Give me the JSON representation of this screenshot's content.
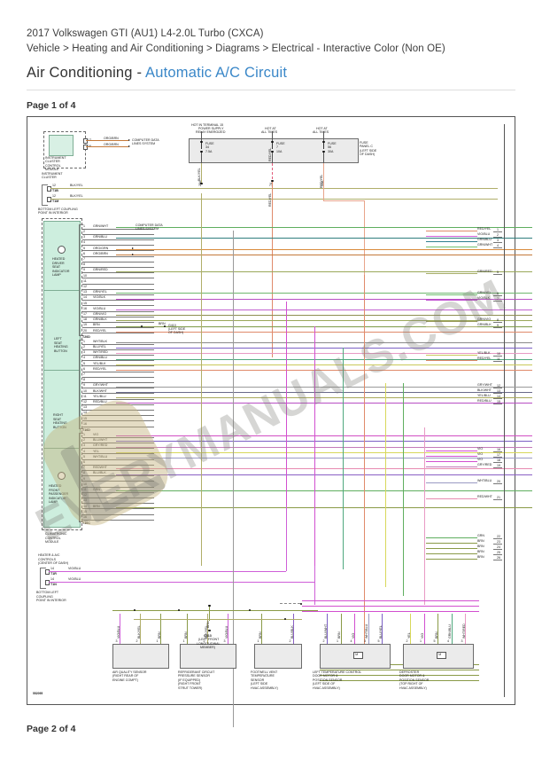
{
  "header": {
    "vehicle": "2017 Volkswagen GTI (AU1) L4-2.0L Turbo (CXCA)",
    "breadcrumb": "Vehicle > Heating and Air Conditioning > Diagrams > Electrical - Interactive Color (Non OE)",
    "title_main": "Air Conditioning - ",
    "title_accent": "Automatic A/C Circuit",
    "page_top": "Page 1 of 4",
    "page_bottom": "Page 2 of 4"
  },
  "watermark": "EVERYMANUALS.COM",
  "diagram": {
    "doc_id": "552095",
    "power": {
      "src1_l1": "HOT IN TERMINAL 15",
      "src1_l2": "POWER SUPPLY",
      "src1_l3": "RELAY ENERGIZED",
      "src2_l1": "HOT AT",
      "src2_l2": "ALL TIMES",
      "src3_l1": "HOT AT",
      "src3_l2": "ALL TIMES",
      "panel_l1": "FUSE",
      "panel_l2": "PANEL C",
      "panel_l3": "(LEFT SIDE",
      "panel_l4": "OF DASH)",
      "fuses": [
        {
          "name": "FUSE",
          "num": "34",
          "amp": "7.5A",
          "wire": "BLK/YEL",
          "gauge": "28A"
        },
        {
          "name": "FUSE",
          "num": "7",
          "amp": "10A",
          "wire": "RED/YEL",
          "gauge": "7A"
        },
        {
          "name": "FUSE",
          "num": "56",
          "amp": "30A",
          "wire": "RED/YEL",
          "gauge": "14A"
        }
      ]
    },
    "components": [
      {
        "id": "icm",
        "lines": [
          "INSTRUMENT",
          "CLUSTER",
          "CONTROL",
          "MODULE"
        ],
        "caption": [
          "INSTRUMENT",
          "CLUSTER"
        ]
      },
      {
        "id": "coupling_top",
        "caption": [
          "BOTTOM LEFT COUPLING",
          "POINT IN INTERIOR"
        ],
        "pins": [
          {
            "num": "12",
            "wire": "BLK/YEL",
            "tag": "T1B"
          },
          {
            "num": "12",
            "wire": "BLK/YEL",
            "tag": "T1M"
          }
        ]
      },
      {
        "id": "heated_driver_lamp",
        "lines": [
          "HEATED",
          "DRIVER",
          "SEAT",
          "INDICATOR",
          "LAMP"
        ]
      },
      {
        "id": "left_seat_btn",
        "lines": [
          "LEFT",
          "SEAT",
          "HEATING",
          "BUTTON"
        ]
      },
      {
        "id": "right_seat_btn",
        "lines": [
          "RIGHT",
          "SEAT",
          "HEATING",
          "BUTTON"
        ]
      },
      {
        "id": "heated_pass_lamp",
        "lines": [
          "HEATED",
          "FRONT",
          "PASSENGER",
          "INDICATOR",
          "LAMP"
        ]
      },
      {
        "id": "climatronic",
        "lines": [
          "CLIMATRONIC",
          "CONTROL",
          "MODULE"
        ],
        "caption": [
          "HEATER & A/C",
          "CONTROLS",
          "(CENTER OF DASH)"
        ]
      },
      {
        "id": "coupling_bot",
        "caption": [
          "BOTTOM LEFT",
          "COUPLING",
          "POINT IN INTERIOR"
        ],
        "pins": [
          {
            "num": "14",
            "wire": "VIO/BLU",
            "tag": "T1R"
          },
          {
            "num": "14",
            "wire": "VIO/BLU",
            "tag": "T1N"
          }
        ]
      }
    ],
    "icm_pins": [
      {
        "num": "17",
        "wire": "ORG/BRN"
      },
      {
        "num": "16",
        "wire": "ORG/BRN"
      }
    ],
    "data_bus_label": [
      "COMPUTER DATA",
      "LINES SYSTEM"
    ],
    "data_bus_label2": [
      "COMPUTER DATA",
      "LINES SYSTEM"
    ],
    "ground_label": [
      "G410",
      "(LEFT SIDE",
      "OF DASH)"
    ],
    "ground_wire": "BRN",
    "connector_t20d": "T20D",
    "connector_t16d": "T16D",
    "connector_t16c": "T16C",
    "left_pins_a": [
      {
        "num": "1",
        "wire": "GRN/WHT",
        "color": "#5fae5f"
      },
      {
        "num": "2",
        "wire": "",
        "color": ""
      },
      {
        "num": "3",
        "wire": "GRN/BLU",
        "color": "#2f7e7e"
      },
      {
        "num": "4",
        "wire": "",
        "color": ""
      },
      {
        "num": "5",
        "wire": "ORG/GRN",
        "color": "#d98a3a"
      },
      {
        "num": "6",
        "wire": "ORG/BRN",
        "color": "#c4793a"
      },
      {
        "num": "7",
        "wire": "",
        "color": ""
      },
      {
        "num": "8",
        "wire": "",
        "color": ""
      },
      {
        "num": "9",
        "wire": "GRN/RED",
        "color": "#9aa85a"
      },
      {
        "num": "10",
        "wire": "",
        "color": ""
      },
      {
        "num": "11",
        "wire": "",
        "color": ""
      },
      {
        "num": "12",
        "wire": "",
        "color": ""
      },
      {
        "num": "13",
        "wire": "GRN/YEL",
        "color": "#6fb86f"
      },
      {
        "num": "14",
        "wire": "VIO/BLK",
        "color": "#b84fc4"
      },
      {
        "num": "15",
        "wire": "",
        "color": ""
      },
      {
        "num": "16",
        "wire": "VIO/BLU",
        "color": "#c060cf"
      },
      {
        "num": "17",
        "wire": "GRN/VIO",
        "color": "#8e8e52"
      },
      {
        "num": "18",
        "wire": "GRN/BLK",
        "color": "#9aa85a"
      },
      {
        "num": "19",
        "wire": "BRN",
        "color": "#7d9a47"
      },
      {
        "num": "20",
        "wire": "RED/YEL",
        "color": "#e08a6a"
      }
    ],
    "left_pins_b": [
      {
        "num": "1",
        "wire": "WHT/BLK",
        "color": "#8a8a8a"
      },
      {
        "num": "2",
        "wire": "BLU/YEL",
        "color": "#7b5fc4"
      },
      {
        "num": "3",
        "wire": "WHT/RED",
        "color": "#e89ac4"
      },
      {
        "num": "4",
        "wire": "GRN/BLU",
        "color": "#4fa87e"
      },
      {
        "num": "5",
        "wire": "YEL/BLK",
        "color": "#c9c95a"
      },
      {
        "num": "6",
        "wire": "RED/YEL",
        "color": "#e08a6a"
      },
      {
        "num": "7",
        "wire": "",
        "color": ""
      },
      {
        "num": "8",
        "wire": "",
        "color": ""
      },
      {
        "num": "9",
        "wire": "GRY/WHT",
        "color": "#9a9a9a"
      },
      {
        "num": "10",
        "wire": "BLK/WHT",
        "color": "#6a6a8a"
      },
      {
        "num": "11",
        "wire": "YEL/BLU",
        "color": "#a8a85a"
      },
      {
        "num": "12",
        "wire": "RED/BLU",
        "color": "#b84fc4"
      },
      {
        "num": "13",
        "wire": "",
        "color": ""
      },
      {
        "num": "14",
        "wire": "",
        "color": ""
      },
      {
        "num": "15",
        "wire": "",
        "color": ""
      },
      {
        "num": "16",
        "wire": "",
        "color": ""
      }
    ],
    "left_pins_c": [
      {
        "num": "1",
        "wire": "VIO",
        "color": "#d24fc4"
      },
      {
        "num": "2",
        "wire": "BLU/WHT",
        "color": "#7b5fc4"
      },
      {
        "num": "3",
        "wire": "GRY/RED",
        "color": "#c47ab8"
      },
      {
        "num": "4",
        "wire": "YEL",
        "color": "#d8d85a"
      },
      {
        "num": "5",
        "wire": "WHT/BLU",
        "color": "#9a9ac4"
      },
      {
        "num": "6",
        "wire": "",
        "color": ""
      },
      {
        "num": "7",
        "wire": "REDWHT",
        "color": "#e88ab0"
      },
      {
        "num": "8",
        "wire": "BLU/BLK",
        "color": "#8a5fc4"
      },
      {
        "num": "9",
        "wire": "",
        "color": ""
      },
      {
        "num": "10",
        "wire": "",
        "color": ""
      },
      {
        "num": "11",
        "wire": "GRN",
        "color": "#5fae5f"
      },
      {
        "num": "12",
        "wire": "",
        "color": ""
      },
      {
        "num": "13",
        "wire": "",
        "color": ""
      },
      {
        "num": "14",
        "wire": "BRN",
        "color": "#8a9a47"
      },
      {
        "num": "15",
        "wire": "",
        "color": ""
      },
      {
        "num": "16",
        "wire": "",
        "color": ""
      }
    ],
    "right_pins": [
      {
        "num": "1",
        "wire": "RED/YEL"
      },
      {
        "num": "2",
        "wire": "VIO/BLU"
      },
      {
        "num": "3",
        "wire": "GRN/BLU"
      },
      {
        "num": "4",
        "wire": "GRN/WHT"
      },
      {
        "num": "5",
        "wire": "GRN/RED"
      },
      {
        "num": "6",
        "wire": "GRN/YEL"
      },
      {
        "num": "7",
        "wire": "VIO/BLK"
      },
      {
        "num": "8",
        "wire": "GRN/VIO"
      },
      {
        "num": "9",
        "wire": "GRN/BLK"
      },
      {
        "num": "10",
        "wire": "YEL/BLK"
      },
      {
        "num": "11",
        "wire": "RED/YEL"
      },
      {
        "num": "12",
        "wire": "GRY/WHT"
      },
      {
        "num": "13",
        "wire": "BLK/WHT"
      },
      {
        "num": "14",
        "wire": "YEL/BLU"
      },
      {
        "num": "15",
        "wire": "RED/BLU"
      },
      {
        "num": "16",
        "wire": "VIO"
      },
      {
        "num": "17",
        "wire": "VIO"
      },
      {
        "num": "18",
        "wire": "VIO"
      },
      {
        "num": "19",
        "wire": "GRY/RED"
      },
      {
        "num": "20",
        "wire": "WHT/BLU"
      },
      {
        "num": "21",
        "wire": "RED/WHT"
      },
      {
        "num": "22",
        "wire": "GRN"
      },
      {
        "num": "23",
        "wire": "BRN"
      },
      {
        "num": "24",
        "wire": "BRN"
      },
      {
        "num": "25",
        "wire": "BRN"
      },
      {
        "num": "26",
        "wire": "BRN"
      }
    ],
    "sensors": [
      {
        "id": "air-quality-sensor",
        "caption": [
          "AIR QUALITY SENSOR",
          "(RIGHT REAR OF",
          "ENGINE COMPT)"
        ],
        "pins": [
          {
            "num": "3",
            "wire": "VIO/BLU"
          },
          {
            "num": "2",
            "wire": "BLK/YEL"
          },
          {
            "num": "1",
            "wire": "BRN"
          }
        ]
      },
      {
        "id": "refrigerant-pressure-sensor",
        "caption": [
          "REFRIGERANT CIRCUIT",
          "PRESSURE SENSOR",
          "(IF EQUIPPED)",
          "(RIGHT FRONT",
          "STRUT TOWER)"
        ],
        "pins": [
          {
            "num": "1",
            "wire": "BRN"
          },
          {
            "num": "2",
            "wire": "BLK/YEL"
          },
          {
            "num": "3",
            "wire": "VIO/BLU"
          }
        ]
      },
      {
        "id": "footwell-vent-temp-sensor",
        "caption": [
          "FOOTWELL VENT",
          "TEMPERATURE",
          "SENSOR",
          "(LEFT SIDE",
          "HVAC ASSEMBLY)"
        ],
        "pins": [
          {
            "num": "1",
            "wire": "BRN"
          },
          {
            "num": "2",
            "wire": "BLU/BLK"
          }
        ]
      },
      {
        "id": "left-temp-door-motor",
        "caption": [
          "LEFT TEMPERATURE CONTROL",
          "DOOR MOTOR &",
          "POSITION SENSOR",
          "(LEFT SIDE OF",
          "HVAC ASSEMBLY)"
        ],
        "pins": [
          {
            "num": "2",
            "wire": "BLU/WHT"
          },
          {
            "num": "1",
            "wire": "BRN"
          },
          {
            "num": "4",
            "wire": "VIO"
          },
          {
            "num": "3",
            "wire": "WHT/BLU"
          },
          {
            "num": "5",
            "wire": "BLU/YEL"
          }
        ]
      },
      {
        "id": "defroster-door-motor",
        "caption": [
          "DEFROSTER",
          "DOOR MOTOR &",
          "POSITION SENSOR",
          "(TOP RIGHT OF",
          "HVAC ASSEMBLY)"
        ],
        "pins": [
          {
            "num": "2",
            "wire": "YEL"
          },
          {
            "num": "1",
            "wire": "VIO"
          },
          {
            "num": "5",
            "wire": "BRN"
          },
          {
            "num": "4",
            "wire": "GRN/BLU"
          },
          {
            "num": "3",
            "wire": "WHT/RED"
          }
        ]
      }
    ]
  }
}
